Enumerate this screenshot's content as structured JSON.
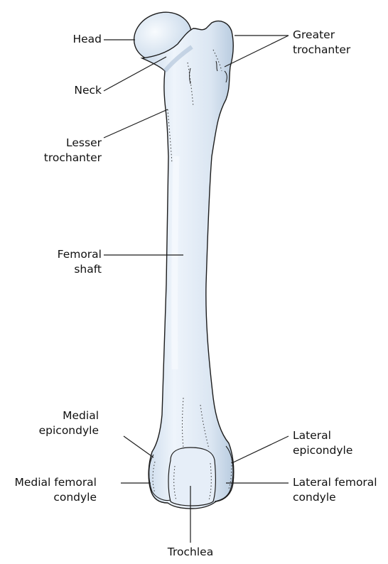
{
  "labels": {
    "head": "Head",
    "neck": "Neck",
    "lesser_trochanter": [
      "Lesser",
      "trochanter"
    ],
    "femoral_shaft": [
      "Femoral",
      "shaft"
    ],
    "medial_epicondyle": [
      "Medial",
      "epicondyle"
    ],
    "medial_femoral_condyle": [
      "Medial femoral",
      "condyle"
    ],
    "greater_trochanter": [
      "Greater",
      "trochanter"
    ],
    "lateral_epicondyle": [
      "Lateral",
      "epicondyle"
    ],
    "lateral_femoral_condyle": [
      "Lateral femoral",
      "condyle"
    ],
    "trochlea": "Trochlea"
  },
  "colors": {
    "bone_fill": "#dde8f4",
    "bone_highlight": "#f2f7fc",
    "bone_shadow": "#b9cce0",
    "outline": "#1c1c1c",
    "leader": "#1c1c1c"
  }
}
